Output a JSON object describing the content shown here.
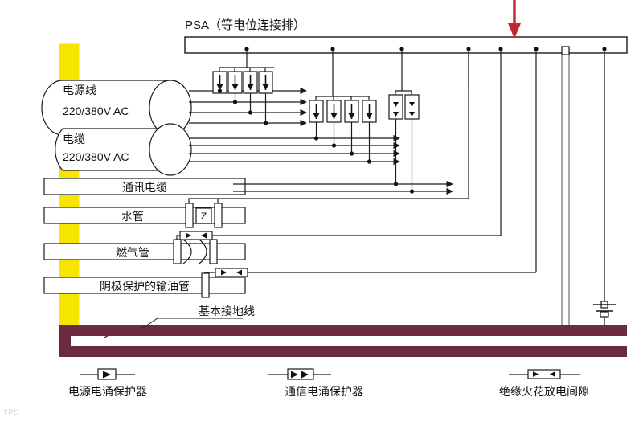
{
  "page": {
    "title": "PSA（等电位连接排）",
    "watermark": "TPS",
    "colors": {
      "equipotential_bar_fill": "#ffffff",
      "equipotential_bar_stroke": "#1a1a1a",
      "column_yellow": "#f5e500",
      "ground_bar_maroon": "#6d2b40",
      "arrow_red": "#c1272d",
      "line_black": "#1a1a1a",
      "blue_line": "#2b3f8c"
    }
  },
  "bar": {
    "label": "PSA（等电位连接排）",
    "name": "equipotential-bonding-bar",
    "tap_count": 9
  },
  "marker": {
    "name": "red-down-arrow",
    "note": "指向等电位连接排"
  },
  "services": [
    {
      "id": "power-line",
      "line1": "电源线",
      "line2": "220/380V AC",
      "conductors": 4,
      "spd": {
        "type": "power",
        "boxes": 4,
        "arrows_per_box": 1
      }
    },
    {
      "id": "power-cable",
      "line1": "电缆",
      "line2": "220/380V AC",
      "conductors": 4,
      "spd": {
        "type": "power",
        "boxes": 4,
        "arrows_per_box": 1
      }
    },
    {
      "id": "comm-cable",
      "line1": "通讯电缆",
      "line2": "",
      "conductors": 2,
      "spd": {
        "type": "communication",
        "boxes": 2,
        "arrows_per_box": 2
      }
    }
  ],
  "pipes": [
    {
      "id": "water-pipe",
      "label": "水管",
      "joint": "Z",
      "joint_kind": "impedance-box"
    },
    {
      "id": "gas-pipe",
      "label": "燃气管",
      "joint": "",
      "joint_kind": "insulating-joint-with-spark-gap"
    },
    {
      "id": "oil-pipe",
      "label": "阴极保护的输油管",
      "joint": "",
      "joint_kind": "flange-with-spark-gap"
    }
  ],
  "ground": {
    "label": "基本接地线",
    "name": "main-earthing-conductor"
  },
  "legend": [
    {
      "id": "power-spd",
      "label": "电源电涌保护器",
      "symbol": "single-arrow-box"
    },
    {
      "id": "comm-spd",
      "label": "通信电涌保护器",
      "symbol": "double-arrow-box"
    },
    {
      "id": "spark-gap",
      "label": "绝缘火花放电间隙",
      "symbol": "facing-arrows-box"
    }
  ]
}
